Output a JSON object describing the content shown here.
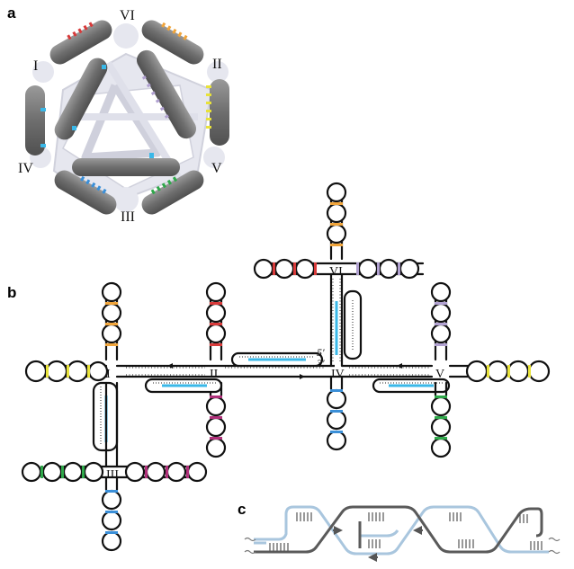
{
  "panels": {
    "a": {
      "label": "a",
      "vertex_labels": [
        "VI",
        "I",
        "II",
        "IV",
        "V",
        "III"
      ]
    },
    "b": {
      "label": "b",
      "junction_labels": [
        "I",
        "II",
        "III",
        "IV",
        "V",
        "VI"
      ],
      "end_labels": [
        "5′",
        "3′"
      ]
    },
    "c": {
      "label": "c"
    }
  },
  "colors": {
    "red": "#d83a3a",
    "orange": "#f0a43a",
    "yellow": "#e8e23a",
    "blue": "#3a8fd8",
    "green": "#2fa84a",
    "purple": "#b0a0d0",
    "magenta": "#b0307a",
    "cyan": "#3ab8e8",
    "light_blue": "#a9c6de",
    "dark_gray": "#5a5a5a"
  }
}
